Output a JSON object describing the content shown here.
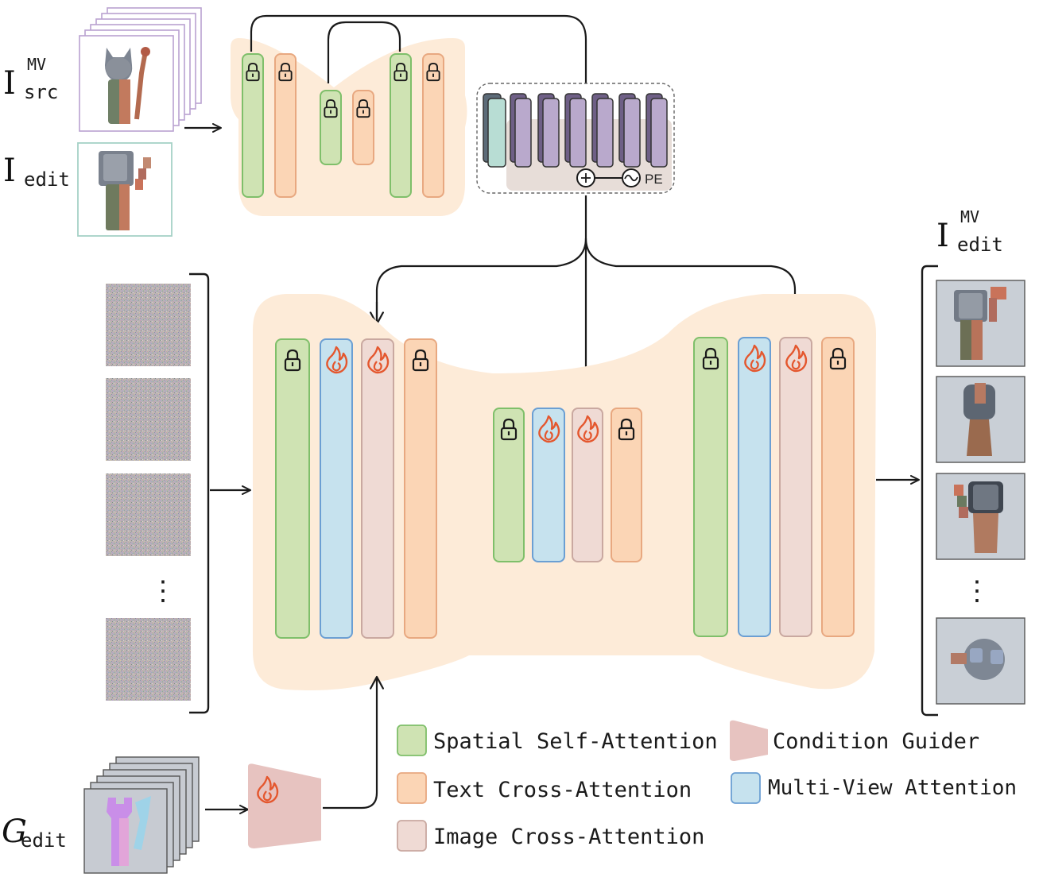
{
  "inputs": {
    "i_src": {
      "base": "I",
      "sup": "MV",
      "sub": "src"
    },
    "i_edit": {
      "base": "I",
      "sub": "edit"
    },
    "g_edit": {
      "base": "G",
      "sub": "edit"
    }
  },
  "output": {
    "base": "I",
    "sup": "MV",
    "sub": "edit"
  },
  "pe_label": "PE",
  "ellipsis": "⋮",
  "legend": {
    "spatial_self_attention": "Spatial Self-Attention",
    "text_cross_attention": "Text Cross-Attention",
    "image_cross_attention": "Image Cross-Attention",
    "condition_guider": "Condition Guider",
    "multi_view_attention": "Multi-View Attention"
  },
  "colors": {
    "spatial": "#cfe3b3",
    "spatial_stroke": "#7fbf6a",
    "text": "#fbd5b5",
    "text_stroke": "#e8a880",
    "image": "#efdad4",
    "image_stroke": "#c9a8a0",
    "multiview": "#c6e2ee",
    "multiview_stroke": "#6b9fd3",
    "unet_bg": "#fdebd8",
    "condition_guider": "#e7c3c0",
    "fire": "#e4572e",
    "encoder_block": "#b9a9cc"
  },
  "icons": [
    "lock-icon",
    "fire-icon",
    "add-circle-icon",
    "sine-wave-icon",
    "arrow-icon"
  ]
}
